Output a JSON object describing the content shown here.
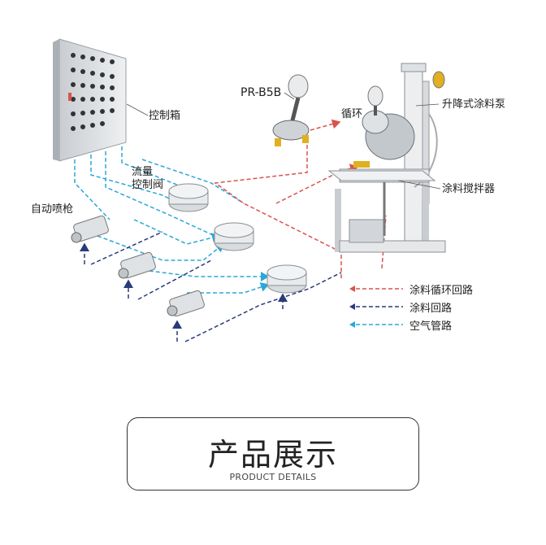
{
  "labels": {
    "control_box": "控制箱",
    "flow_valve_line1": "流量",
    "flow_valve_line2": "控制阀",
    "auto_gun": "自动喷枪",
    "pump_model": "PR-B5B",
    "circulation": "循环",
    "lift_pump": "升降式涂料泵",
    "agitator": "涂料搅拌器"
  },
  "legend": [
    {
      "label": "涂料循环回路",
      "color": "#d9534f"
    },
    {
      "label": "涂料回路",
      "color": "#2a3a7a"
    },
    {
      "label": "空气管路",
      "color": "#29a8d8"
    }
  ],
  "details": {
    "title": "产品展示",
    "subtitle": "PRODUCT DETAILS"
  }
}
